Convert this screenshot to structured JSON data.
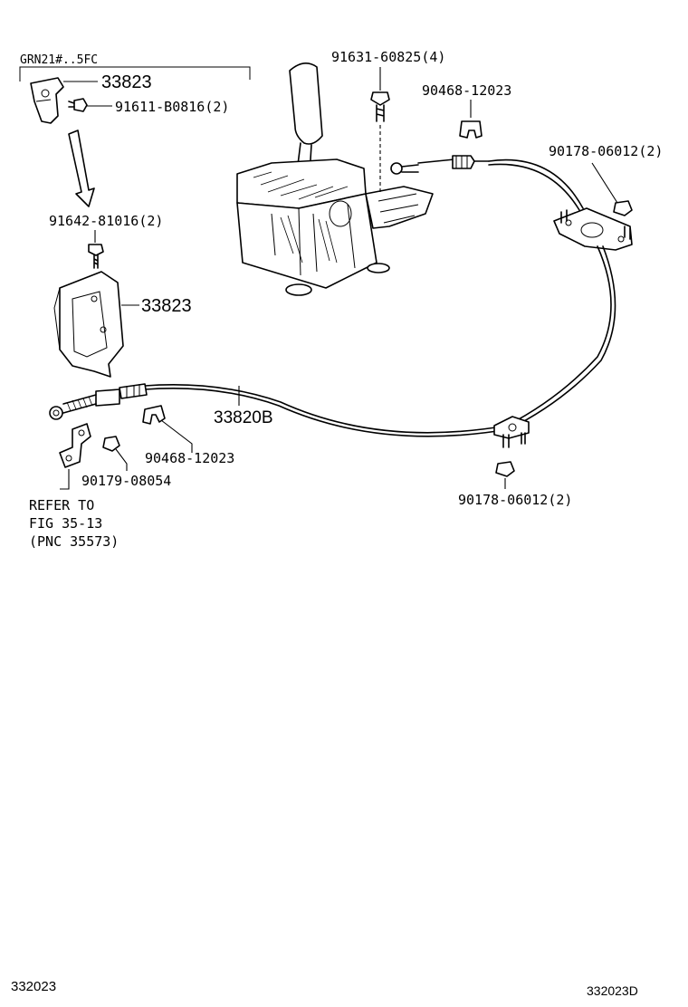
{
  "labels": {
    "variant": "GRN21#..5FC",
    "bracket_top": "33823",
    "bolt_top": "91611-B0816(2)",
    "bolt_mount": "91642-81016(2)",
    "bracket_bottom": "33823",
    "bolt_shifter": "91631-60825(4)",
    "clip_top": "90468-12023",
    "nut_top": "90178-06012(2)",
    "cable": "33820B",
    "clip_bottom": "90468-12023",
    "nut_small": "90179-08054",
    "nut_bottom": "90178-06012(2)",
    "refer_line1": "REFER TO",
    "refer_line2": "FIG 35-13",
    "refer_line3": "(PNC 35573)",
    "footer_left": "332023",
    "footer_right": "332023D"
  }
}
